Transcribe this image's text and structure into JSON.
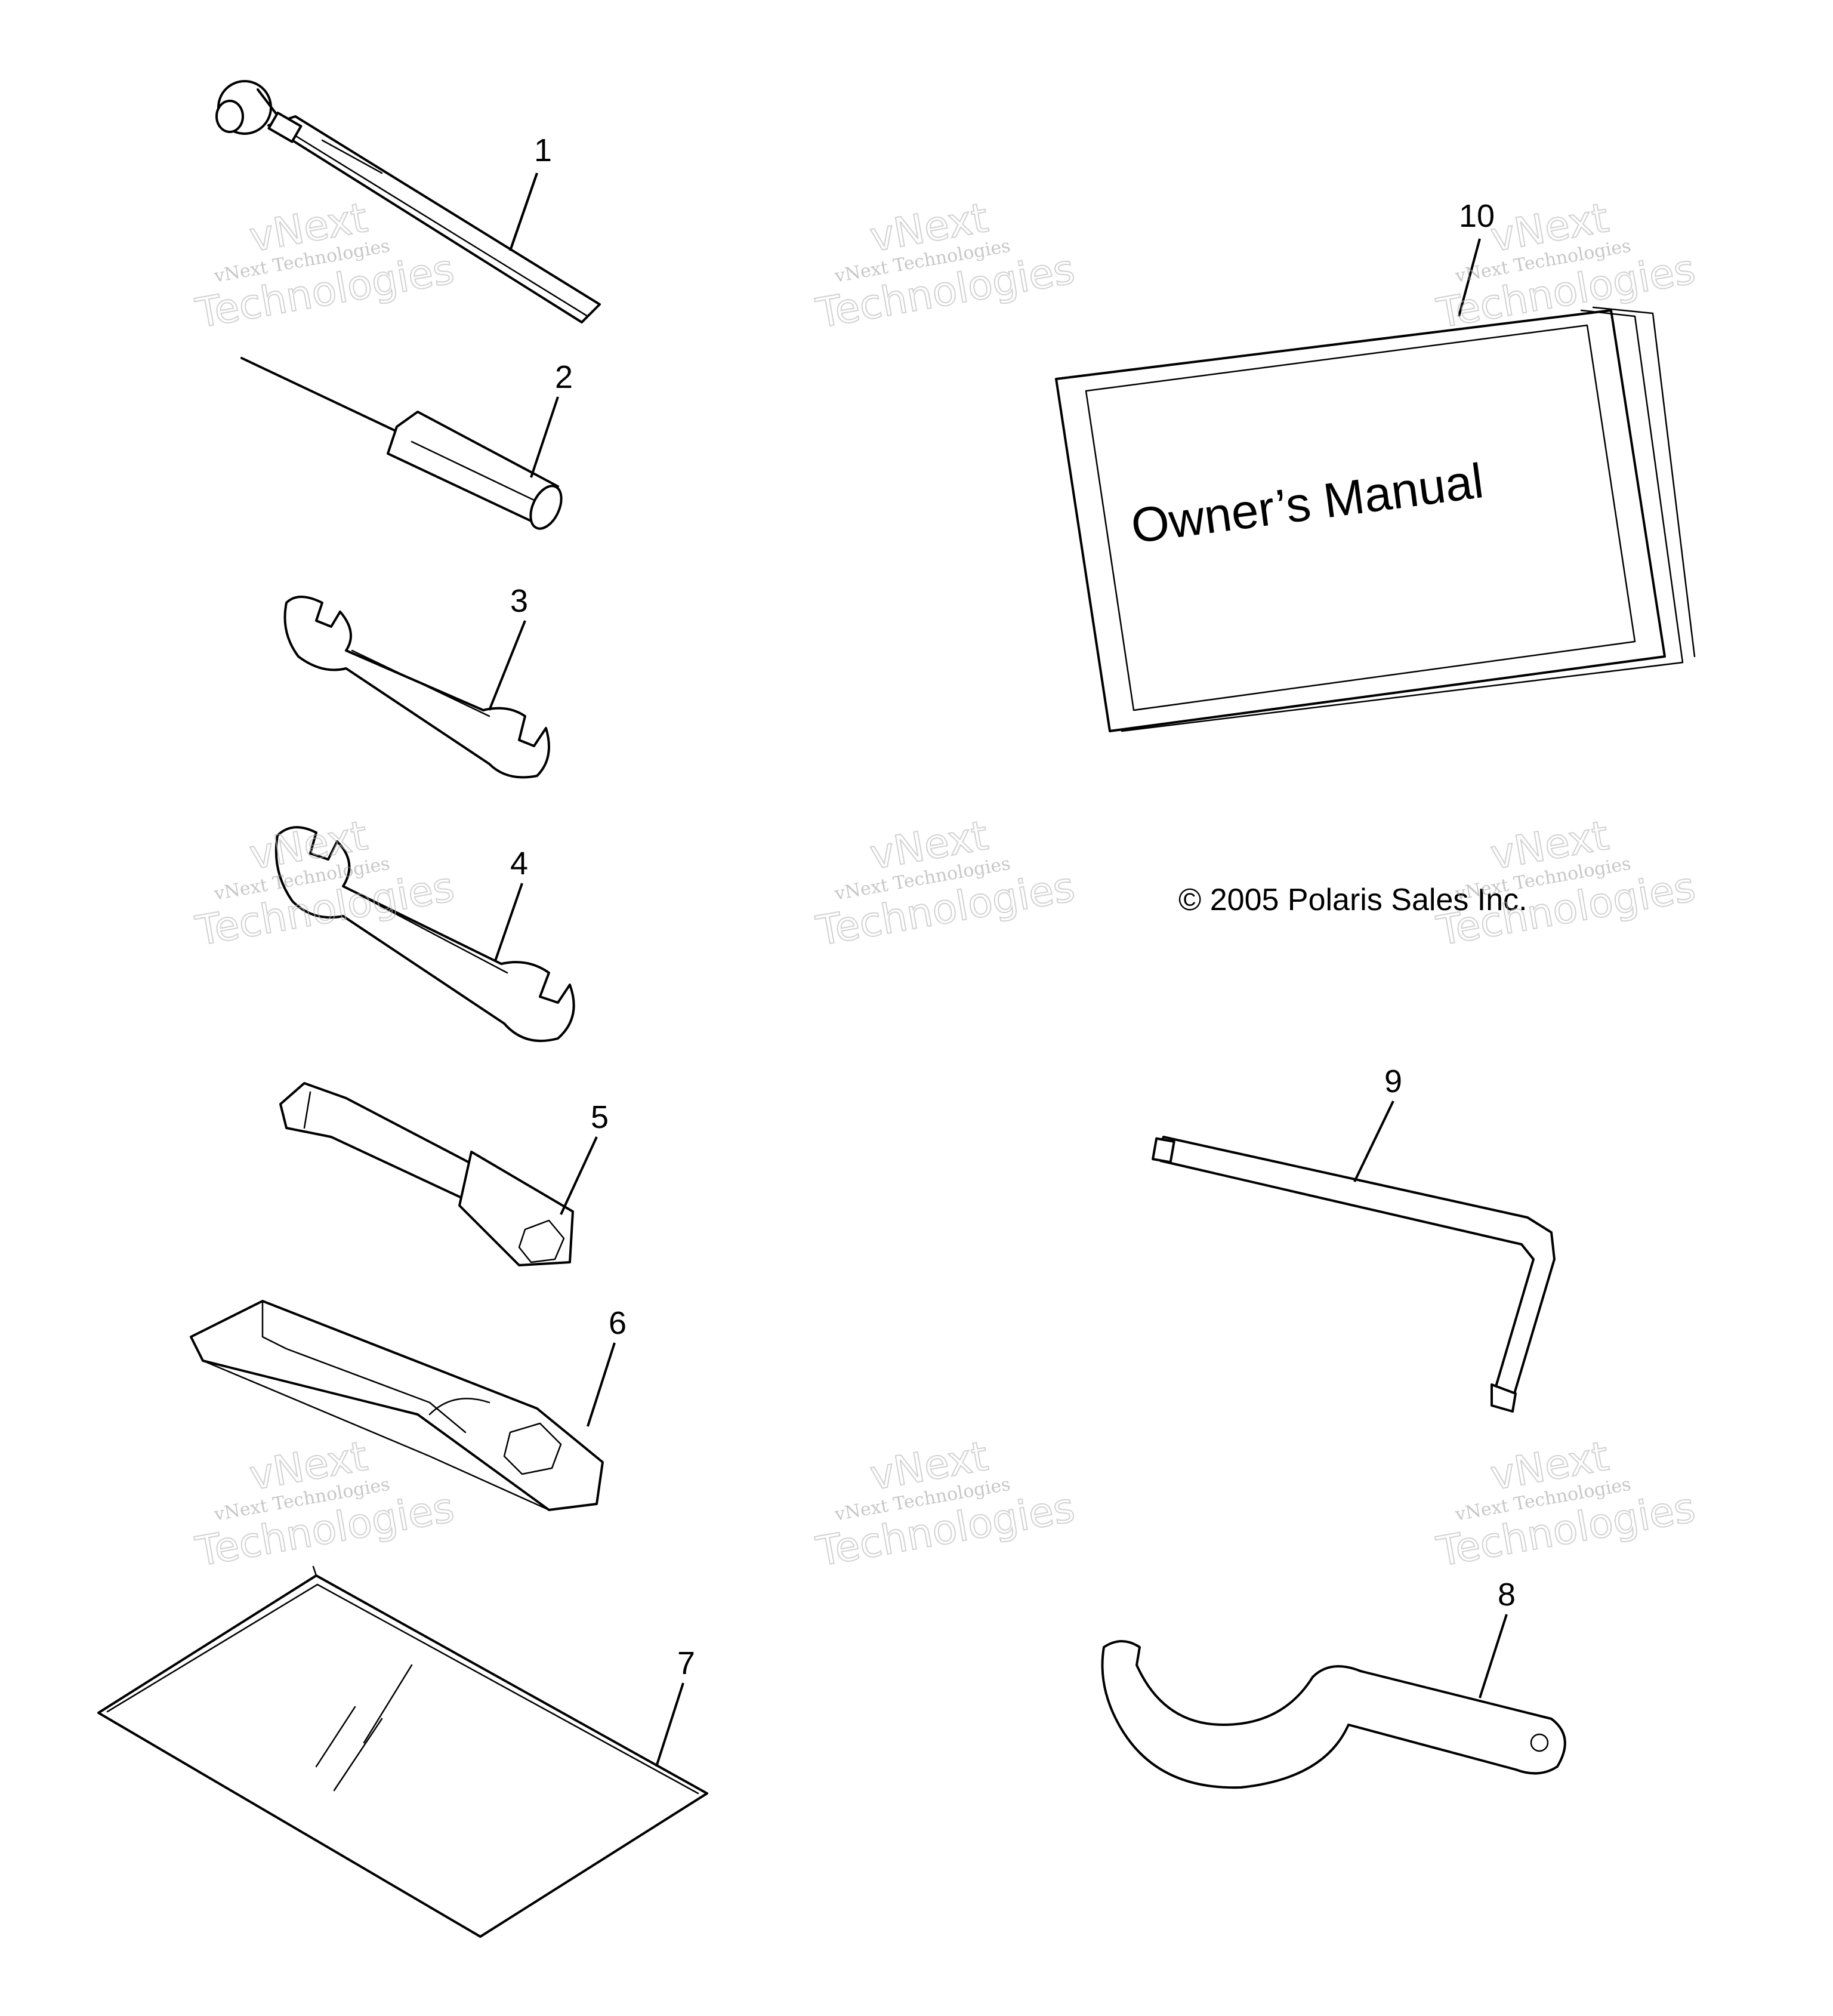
{
  "callouts": [
    "1",
    "2",
    "3",
    "4",
    "5",
    "6",
    "7",
    "8",
    "9",
    "10"
  ],
  "manual": {
    "title": "Owner’s Manual"
  },
  "copyright": "© 2005 Polaris Sales Inc.",
  "watermark": {
    "line1": "vNext Technologies",
    "line2": "vNext",
    "line3": "Technologies"
  }
}
